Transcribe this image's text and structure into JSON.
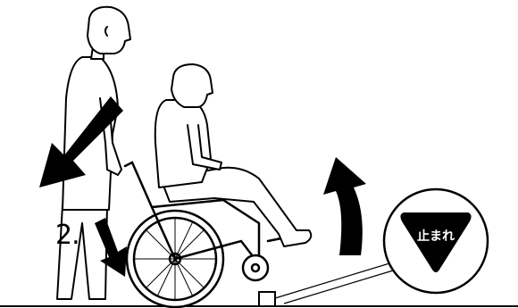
{
  "step": {
    "number_label": "2."
  },
  "sign": {
    "text": "止まれ"
  },
  "icons": [
    "caregiver-figure",
    "wheelchair-user-figure",
    "wheelchair-icon",
    "push-forward-arrow-icon",
    "tilt-back-arrow-icon",
    "tilt-up-arrow-icon",
    "stop-sign-icon"
  ],
  "colors": {
    "line": "#000000",
    "background": "#ffffff",
    "sign_fill": "#000000",
    "sign_text": "#ffffff"
  }
}
